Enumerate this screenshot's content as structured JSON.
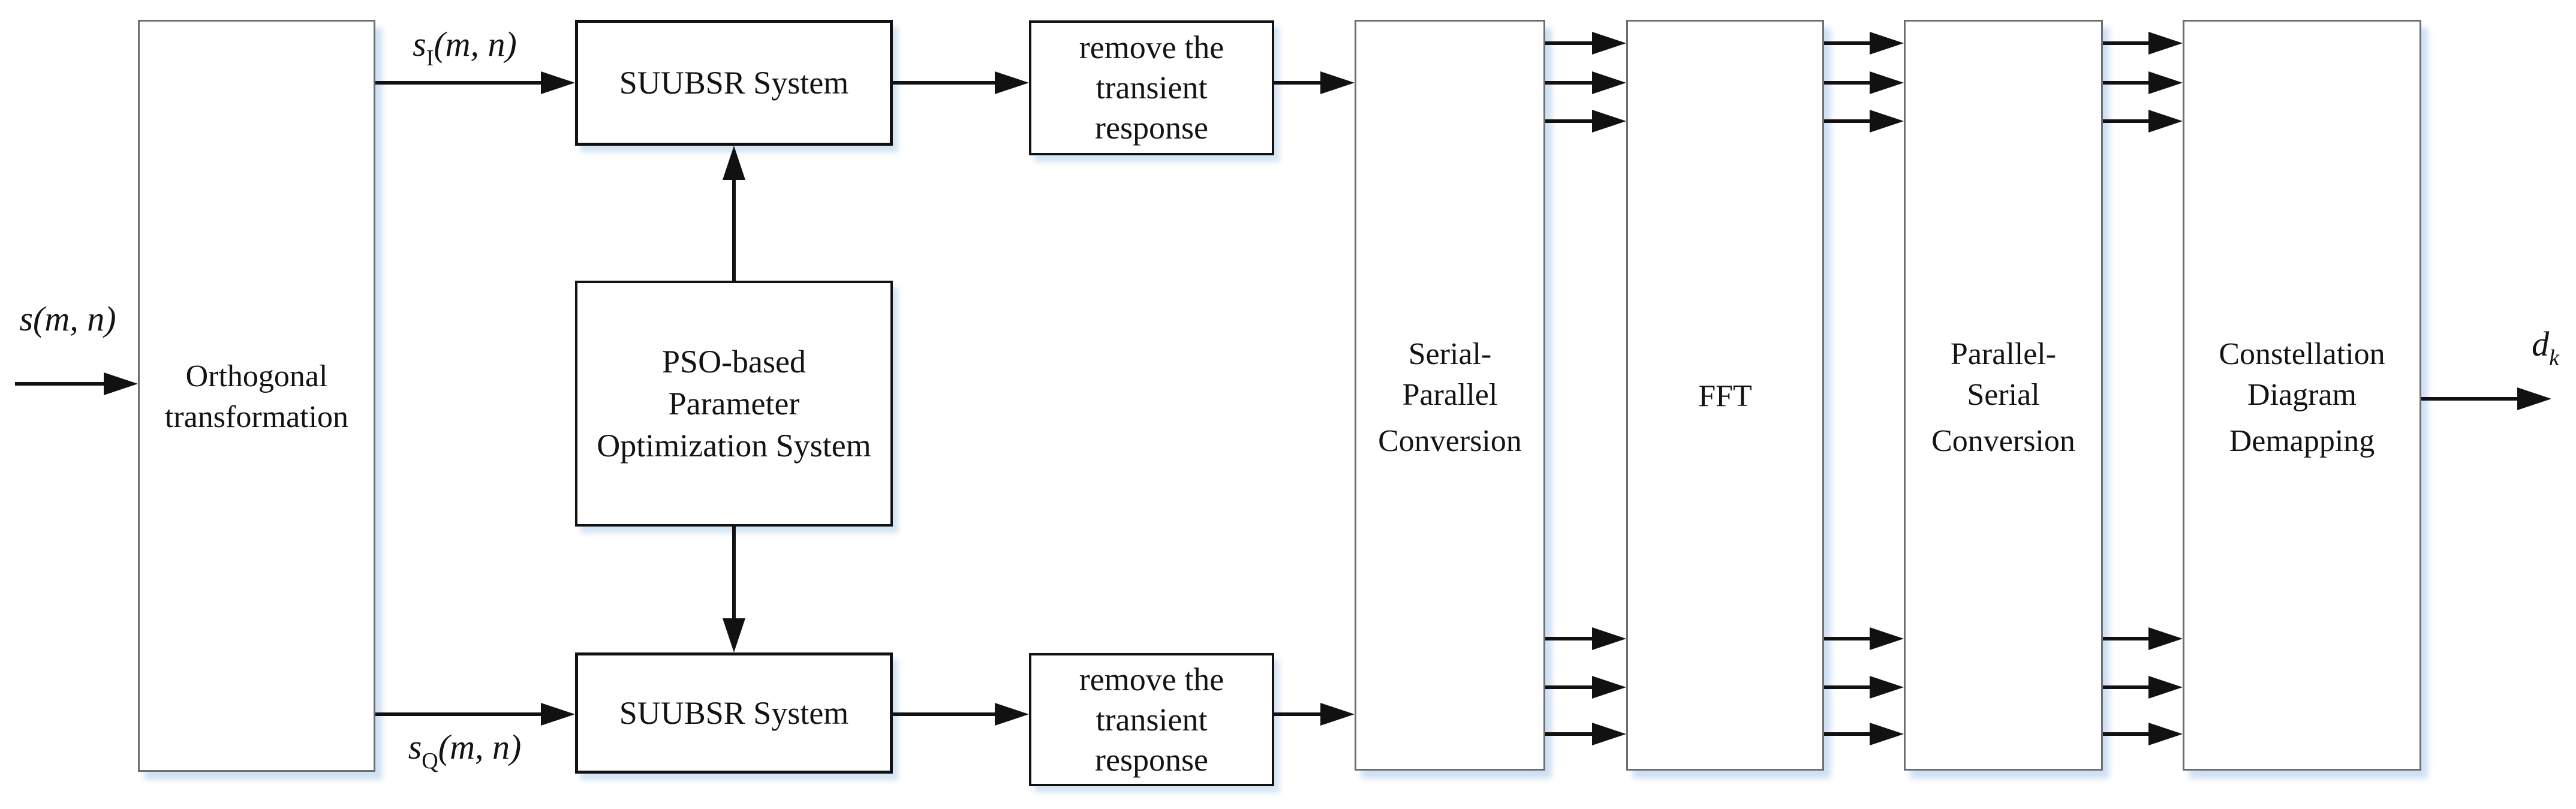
{
  "diagram": {
    "boxes": {
      "orthogonal": {
        "lines": [
          "Orthogonal",
          "transformation"
        ]
      },
      "suubsr_top": {
        "label": "SUUBSR System"
      },
      "remove_top": {
        "lines": [
          "remove the",
          "transient",
          "response"
        ]
      },
      "pso": {
        "lines": [
          "PSO-based",
          "Parameter",
          "Optimization System"
        ]
      },
      "suubsr_bottom": {
        "label": "SUUBSR System"
      },
      "remove_bottom": {
        "lines": [
          "remove the",
          "transient",
          "response"
        ]
      },
      "serial_parallel": {
        "lines": [
          "Serial-",
          "Parallel",
          "Conversion"
        ]
      },
      "fft": {
        "label": "FFT"
      },
      "parallel_serial": {
        "lines": [
          "Parallel-",
          "Serial",
          "Conversion"
        ]
      },
      "constellation": {
        "lines": [
          "Constellation",
          "Diagram",
          "Demapping"
        ]
      }
    },
    "signals": {
      "input": {
        "base": "s",
        "sub": "",
        "rest": "(m, n)"
      },
      "s_i": {
        "base": "s",
        "sub": "I",
        "rest": "(m, n)"
      },
      "s_q": {
        "base": "s",
        "sub": "Q",
        "rest": "(m, n)"
      },
      "output": {
        "base": "d",
        "sub": "k",
        "rest": ""
      }
    },
    "colors": {
      "background": "#ffffff",
      "text": "#131313",
      "arrow": "#111111",
      "tall_box_border": "#6e6e6e",
      "small_box_border": "#121212",
      "drop_shadow": "#cbdef3"
    }
  }
}
